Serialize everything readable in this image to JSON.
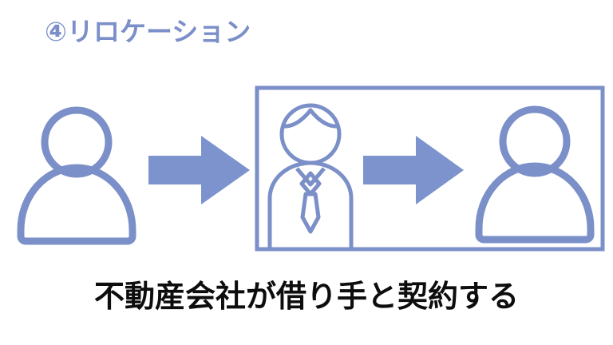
{
  "slide": {
    "background_color": "#ffffff",
    "accent_color": "#7b8fc8",
    "arrow_color": "#7d93ce",
    "outline_color": "#7b8fc8",
    "caption_color": "#0d0d0d",
    "title": "④リロケーション",
    "caption": "不動産会社が借り手と契約する"
  },
  "diagram": {
    "icons": {
      "owner_person": "person-icon",
      "agent_person": "businessman-icon",
      "tenant_person": "person-icon",
      "first_arrow": "right-arrow-icon",
      "second_arrow": "right-arrow-icon",
      "agency_box": "agency-box"
    }
  }
}
